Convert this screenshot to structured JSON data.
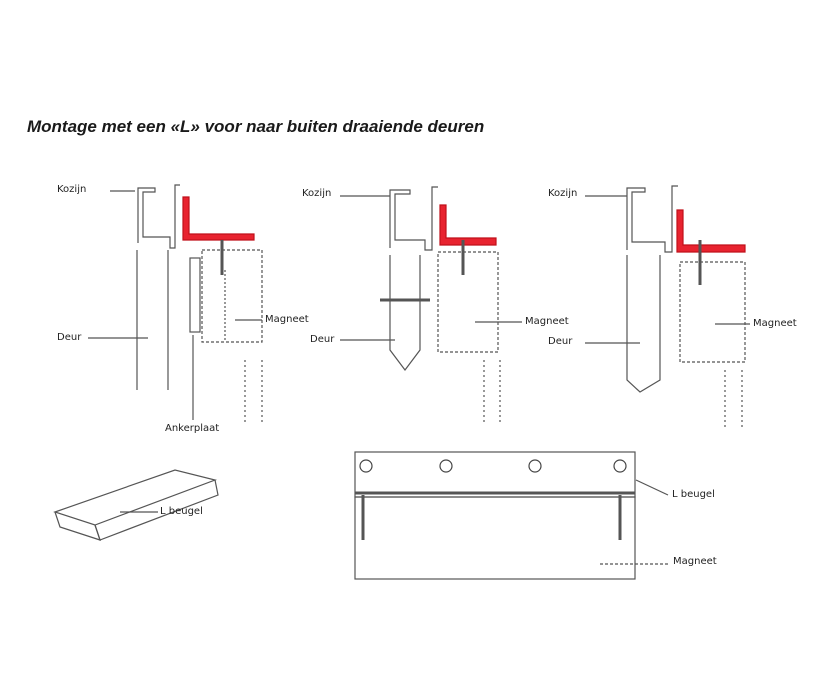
{
  "title": "Montage met een «L» voor naar buiten draaiende deuren",
  "colors": {
    "bracket": "#e8232f",
    "line": "#555555"
  },
  "diagrams": [
    {
      "labels": {
        "frame": "Kozijn",
        "door": "Deur",
        "magnet": "Magneet",
        "plate": "Ankerplaat"
      }
    },
    {
      "labels": {
        "frame": "Kozijn",
        "door": "Deur",
        "magnet": "Magneet"
      }
    },
    {
      "labels": {
        "frame": "Kozijn",
        "door": "Deur",
        "magnet": "Magneet"
      }
    }
  ],
  "bracket_detail": {
    "label": "L beugel"
  },
  "front_view": {
    "bracket_label": "L beugel",
    "magnet_label": "Magneet"
  }
}
